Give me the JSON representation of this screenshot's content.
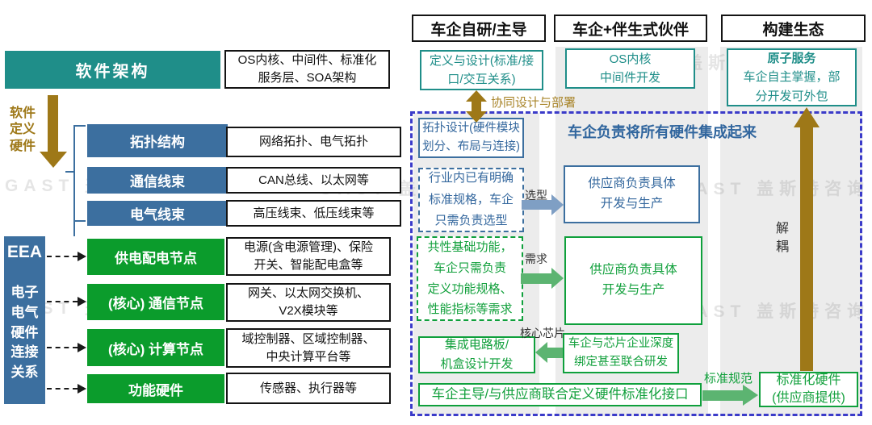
{
  "watermark": "GAST 盖斯特咨询",
  "colors": {
    "teal": "#1F8E89",
    "steel_blue": "#3C6F9F",
    "green_fill": "#0B9C2C",
    "green_line": "#12A03C",
    "gold_arrow": "#9E7818",
    "dashed_frame": "#3B3BC9",
    "selection_arrow": "#7F9FC4",
    "green_arrow": "#5CB471",
    "band_gray": "#ececec"
  },
  "left": {
    "software_architecture": {
      "label": "软件架构",
      "desc": "OS内核、中间件、标准化\n服务层、SOA架构"
    },
    "software_defines_hardware": "软件\n定义\n硬件",
    "eea": {
      "label": "EEA",
      "desc": "电子\n电气\n硬件\n连接\n关系"
    },
    "blue_rows": [
      {
        "label": "拓扑结构",
        "desc": "网络拓扑、电气拓扑"
      },
      {
        "label": "通信线束",
        "desc": "CAN总线、以太网等"
      },
      {
        "label": "电气线束",
        "desc": "高压线束、低压线束等"
      }
    ],
    "green_rows": [
      {
        "label": "供电配电节点",
        "desc": "电源(含电源管理)、保险\n开关、智能配电盒等"
      },
      {
        "label": "(核心) 通信节点",
        "desc": "网关、以太网交换机、\nV2X模块等"
      },
      {
        "label": "(核心) 计算节点",
        "desc": "域控制器、区域控制器、\n中央计算平台等"
      },
      {
        "label": "功能硬件",
        "desc": "传感器、执行器等"
      }
    ]
  },
  "right": {
    "headers": [
      "车企自研/主导",
      "车企+伴生式伙伴",
      "构建生态"
    ],
    "define_design_box": "定义与设计(标准/接\n口/交互关系)",
    "os_kernel_box": "OS内核\n中间件开发",
    "atomic_service_box": {
      "title": "原子服务",
      "body": "车企自主掌握，部\n分开发可外包"
    },
    "collab_label": "协同设计与部署",
    "integration_title": "车企负责将所有硬件集成起来",
    "topology_design_box": "拓扑设计(硬件模块\n划分、布局与连接)",
    "standard_selection_box": "行业内已有明确\n标准规格，车企\n只需负责选型",
    "selection_label": "选型",
    "supplier_dev_blue_box": "供应商负责具体\n开发与生产",
    "common_function_box": "共性基础功能，\n车企只需负责\n定义功能规格、\n性能指标等需求",
    "demand_label": "需求",
    "supplier_dev_green_box": "供应商负责具体\n开发与生产",
    "core_chip_label": "核心芯片",
    "circuit_board_box": "集成电路板/\n机盒设计开发",
    "chip_partner_box": "车企与芯片企业深度\n绑定甚至联合研发",
    "standard_interface_box": "车企主导/与供应商联合定义硬件标准化接口",
    "standard_spec_label": "标准规范",
    "standard_hardware_box": "标准化硬件\n(供应商提供)",
    "decouple_label": "解\n耦"
  }
}
